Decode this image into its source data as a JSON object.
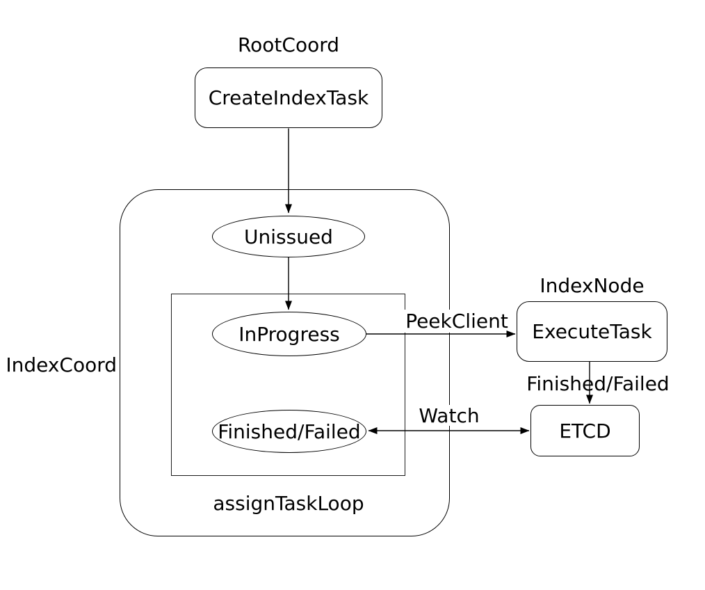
{
  "diagram": {
    "groups": {
      "root_coord": "RootCoord",
      "index_coord": "IndexCoord",
      "index_node": "IndexNode",
      "assign_task_loop": "assignTaskLoop"
    },
    "nodes": {
      "create_index_task": "CreateIndexTask",
      "unissued": "Unissued",
      "in_progress": "InProgress",
      "finished_failed": "Finished/Failed",
      "execute_task": "ExecuteTask",
      "etcd": "ETCD"
    },
    "edges": {
      "peek_client": "PeekClient",
      "watch": "Watch",
      "finished_failed": "Finished/Failed"
    },
    "colors": {
      "stroke": "#000000",
      "text": "#000000",
      "background": "#ffffff"
    }
  }
}
